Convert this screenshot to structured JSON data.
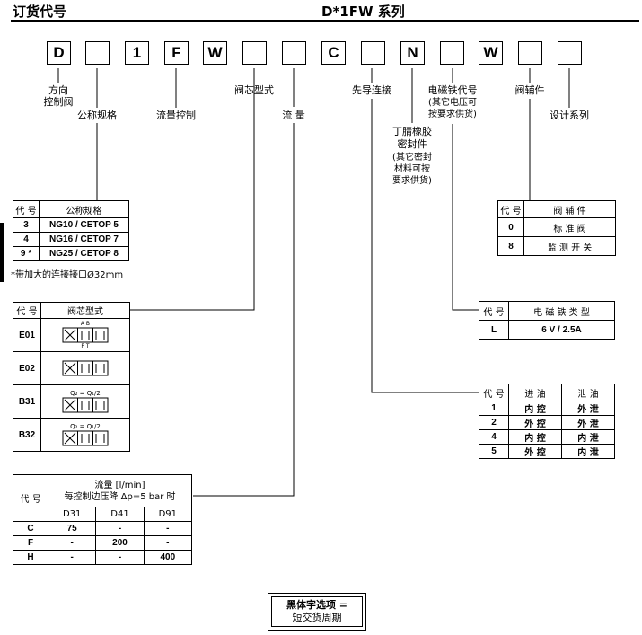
{
  "header": {
    "left_top": "订货代号",
    "right_top": "D*1FW 系列"
  },
  "code_boxes": [
    "D",
    "",
    "1",
    "F",
    "W",
    "",
    "",
    "C",
    "",
    "N",
    "",
    "W",
    "",
    ""
  ],
  "labels": {
    "direction_valve_1": "方向",
    "direction_valve_2": "控制阀",
    "nominal_size": "公称规格",
    "flow_control": "流量控制",
    "spool_type": "阀芯型式",
    "flow": "流 量",
    "pilot_connection": "先导连接",
    "solenoid_code": "电磁铁代号",
    "solenoid_note_1": "(其它电压可",
    "solenoid_note_2": "按要求供货)",
    "valve_accessory": "阀辅件",
    "design_series": "设计系列",
    "seal_1": "丁腈橡胶",
    "seal_2": "密封件",
    "seal_note_1": "(其它密封",
    "seal_note_2": "材料可按",
    "seal_note_3": "要求供货)"
  },
  "size_table": {
    "headers": [
      "代 号",
      "公称规格"
    ],
    "rows": [
      [
        "3",
        "NG10 / CETOP 5"
      ],
      [
        "4",
        "NG16 / CETOP 7"
      ],
      [
        "9 *",
        "NG25 / CETOP 8"
      ]
    ],
    "footnote": "*带加大的连接接口Ø32mm"
  },
  "spool_table": {
    "headers": [
      "代 号",
      "阀芯型式"
    ],
    "rows": [
      {
        "code": "E01",
        "symbol": "spool-symbol-icon",
        "top_label": "A  B",
        "bottom_label": "P  T"
      },
      {
        "code": "E02",
        "symbol": "spool-symbol-icon",
        "top_label": "",
        "bottom_label": ""
      },
      {
        "code": "B31",
        "symbol": "spool-symbol-icon",
        "top_label": "Q₂ = Q₁/2",
        "bottom_label": ""
      },
      {
        "code": "B32",
        "symbol": "spool-symbol-icon",
        "top_label": "Q₂ = Q₁/2",
        "bottom_label": ""
      }
    ]
  },
  "flow_table": {
    "code_header": "代 号",
    "title_1": "流量 [l/min]",
    "title_2": "每控制边压降 Δp=5 bar 时",
    "columns": [
      "D31",
      "D41",
      "D91"
    ],
    "rows": [
      [
        "C",
        "75",
        "-",
        "-"
      ],
      [
        "F",
        "-",
        "200",
        "-"
      ],
      [
        "H",
        "-",
        "-",
        "400"
      ]
    ]
  },
  "accessory_table": {
    "headers": [
      "代 号",
      "阀 辅 件"
    ],
    "rows": [
      [
        "0",
        "标 准 阀"
      ],
      [
        "8",
        "监 测 开 关"
      ]
    ]
  },
  "solenoid_table": {
    "headers": [
      "代 号",
      "电 磁 铁 类 型"
    ],
    "rows": [
      [
        "L",
        "6 V / 2.5A"
      ]
    ]
  },
  "pilot_table": {
    "headers": [
      "代 号",
      "进 油",
      "泄 油"
    ],
    "rows": [
      [
        "1",
        "内 控",
        "外 泄"
      ],
      [
        "2",
        "外 控",
        "外 泄"
      ],
      [
        "4",
        "内 控",
        "内 泄"
      ],
      [
        "5",
        "外 控",
        "内 泄"
      ]
    ]
  },
  "legend": {
    "line1": "黑体字选项 =",
    "line2": "短交货周期"
  }
}
